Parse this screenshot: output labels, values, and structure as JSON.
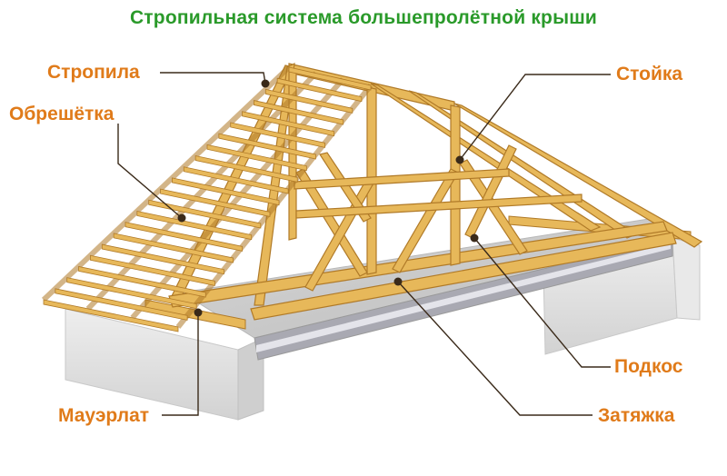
{
  "title": "Стропильная система большепролётной крыши",
  "labels": {
    "rafters": "Стропила",
    "battens": "Обрешётка",
    "post": "Стойка",
    "strut": "Подкос",
    "mauerlat": "Мауэрлат",
    "tie_beam": "Затяжка"
  },
  "colors": {
    "title": "#2a9a2a",
    "label": "#e07b1a",
    "timber": "#e7b85a",
    "timber_edge": "#b07a28",
    "wall": "#e3e3e3",
    "leader": "#3a2a1a"
  }
}
